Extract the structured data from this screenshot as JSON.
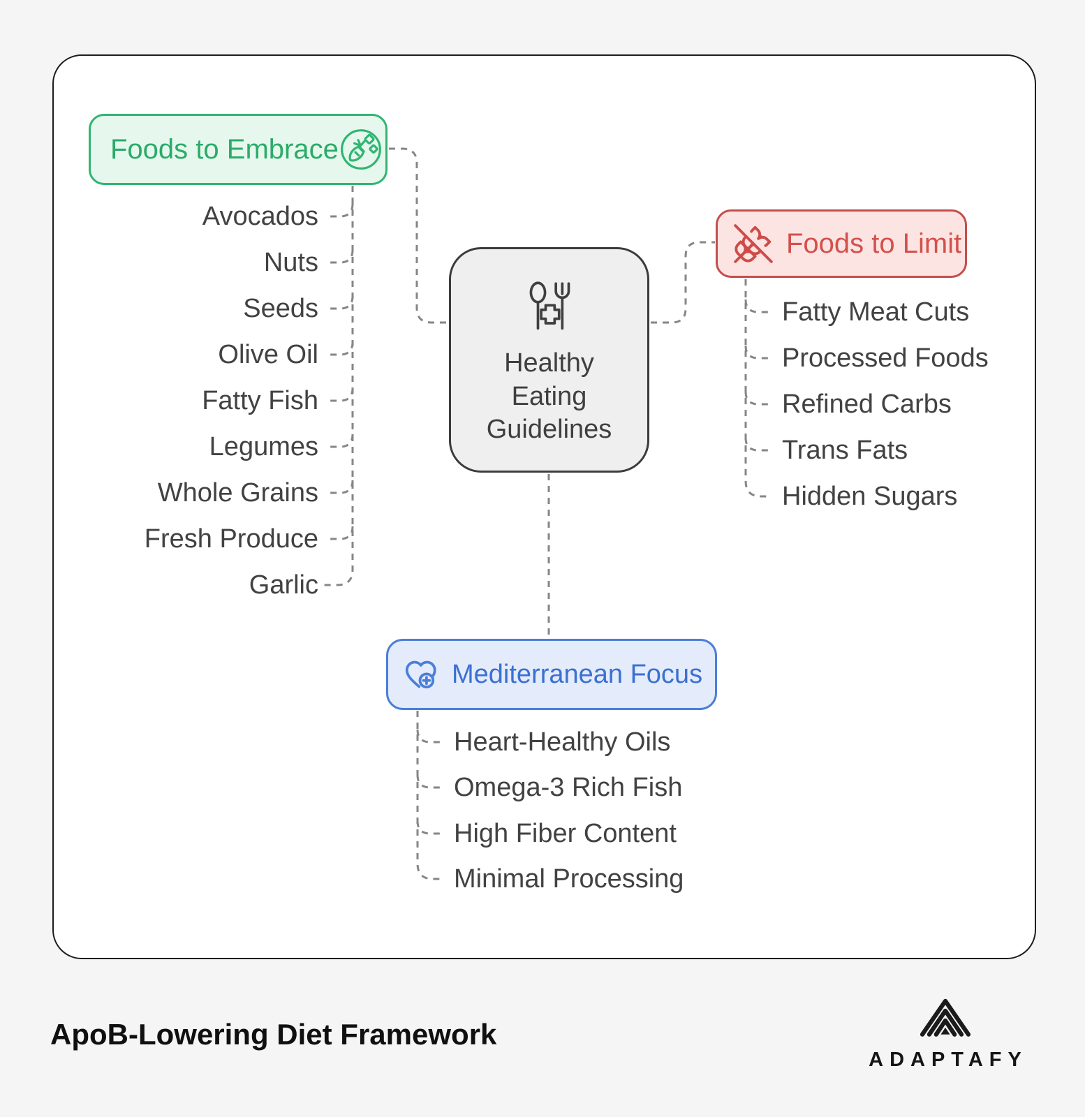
{
  "page": {
    "title": "ApoB-Lowering Diet Framework",
    "background_color": "#f5f5f6",
    "card_color": "#ffffff",
    "connector_color": "#868686"
  },
  "brand": {
    "name": "ADAPTAFY",
    "mark_icon": "nested-chevron-a-mark",
    "color": "#151515"
  },
  "center_node": {
    "label": "Healthy\nEating\nGuidelines",
    "icon": "utensils-medical-cross-icon",
    "fill": "#efeff0",
    "border": "#3c3c3c"
  },
  "branches": {
    "embrace": {
      "label": "Foods to Embrace",
      "icon": "vegetables-carrot-circle-icon",
      "border": "#31b571",
      "fill": "#e6f8ee",
      "text_color": "#2bab69",
      "items": [
        "Avocados",
        "Nuts",
        "Seeds",
        "Olive Oil",
        "Fatty Fish",
        "Legumes",
        "Whole Grains",
        "Fresh Produce",
        "Garlic"
      ]
    },
    "limit": {
      "label": "Foods to Limit",
      "icon": "wheat-off-icon",
      "border": "#c24f4d",
      "fill": "#fce4e2",
      "text_color": "#d4504b",
      "items": [
        "Fatty Meat Cuts",
        "Processed Foods",
        "Refined Carbs",
        "Trans Fats",
        "Hidden Sugars"
      ]
    },
    "mediterranean": {
      "label": "Mediterranean Focus",
      "icon": "heart-plus-icon",
      "border": "#4a7fd7",
      "fill": "#e4ebfb",
      "text_color": "#3a70d1",
      "items": [
        "Heart-Healthy Oils",
        "Omega-3 Rich Fish",
        "High Fiber Content",
        "Minimal Processing"
      ]
    }
  }
}
